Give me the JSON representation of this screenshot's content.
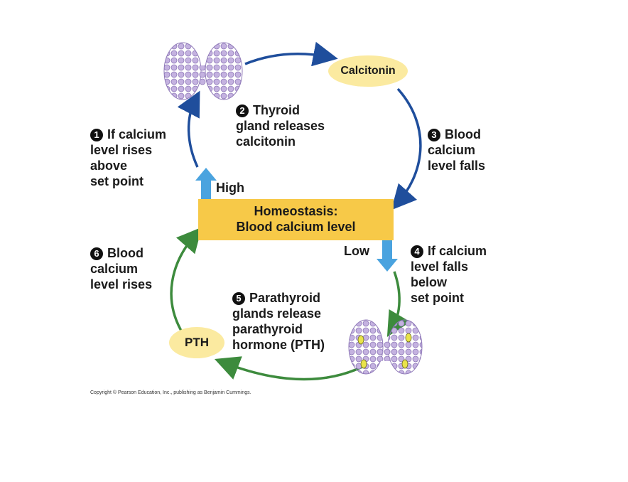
{
  "center": {
    "title": "Homeostasis:",
    "subtitle": "Blood calcium level",
    "high": "High",
    "low": "Low"
  },
  "hormones": {
    "top": "Calcitonin",
    "bottom": "PTH"
  },
  "steps": [
    {
      "num": "1",
      "lines": [
        "If calcium",
        "level rises",
        "above",
        "set point"
      ]
    },
    {
      "num": "2",
      "lines": [
        "Thyroid",
        "gland releases",
        "calcitonin"
      ]
    },
    {
      "num": "3",
      "lines": [
        "Blood",
        "calcium",
        "level falls"
      ]
    },
    {
      "num": "4",
      "lines": [
        "If calcium",
        "level falls",
        "below",
        "set point"
      ]
    },
    {
      "num": "5",
      "lines": [
        "Parathyroid",
        "glands release",
        "parathyroid",
        "hormone (PTH)"
      ]
    },
    {
      "num": "6",
      "lines": [
        "Blood",
        "calcium",
        "level rises"
      ]
    }
  ],
  "copyright": "Copyright © Pearson Education, Inc., publishing as Benjamin Cummings.",
  "colors": {
    "blue_arrow": "#1f4e9c",
    "green_arrow": "#3d8b3d",
    "homeostasis_box": "#f7c948",
    "hormone_ellipse": "#fbeaa0",
    "gland": "#b7a3d6",
    "up_down_arrow": "#4aa3df"
  }
}
